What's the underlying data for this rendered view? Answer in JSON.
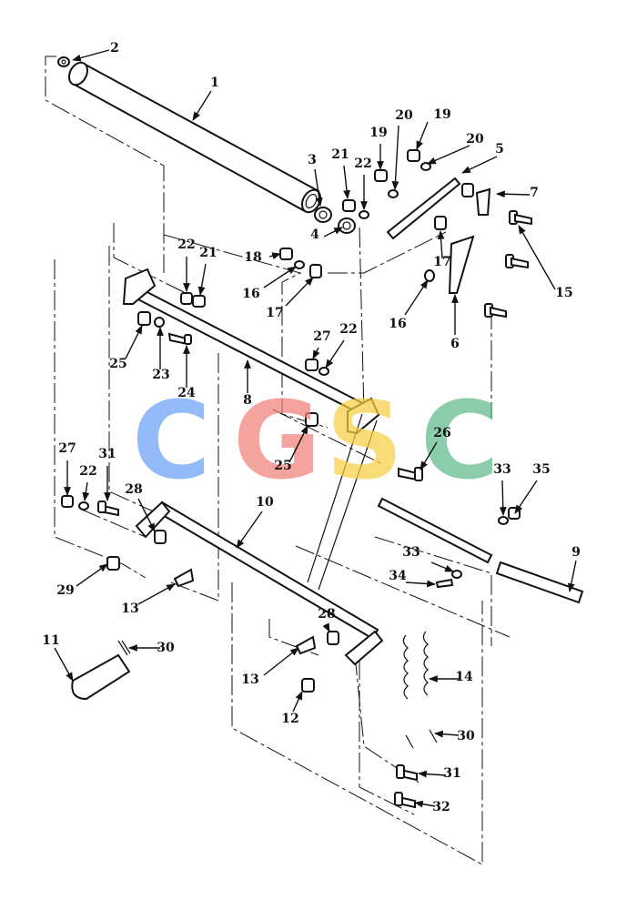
{
  "watermark": {
    "letters": [
      "C",
      "G",
      "S",
      "C"
    ],
    "colors": [
      "#6aa2f8",
      "#f2807a",
      "#f7cf45",
      "#5fb98a"
    ]
  },
  "callouts": [
    "1",
    "2",
    "3",
    "4",
    "5",
    "6",
    "7",
    "8",
    "9",
    "10",
    "11",
    "12",
    "13",
    "13",
    "14",
    "15",
    "16",
    "16",
    "17",
    "17",
    "18",
    "19",
    "19",
    "20",
    "20",
    "21",
    "21",
    "22",
    "22",
    "22",
    "22",
    "23",
    "24",
    "25",
    "25",
    "26",
    "27",
    "27",
    "28",
    "28",
    "29",
    "30",
    "30",
    "31",
    "31",
    "32",
    "33",
    "33",
    "34",
    "35"
  ]
}
